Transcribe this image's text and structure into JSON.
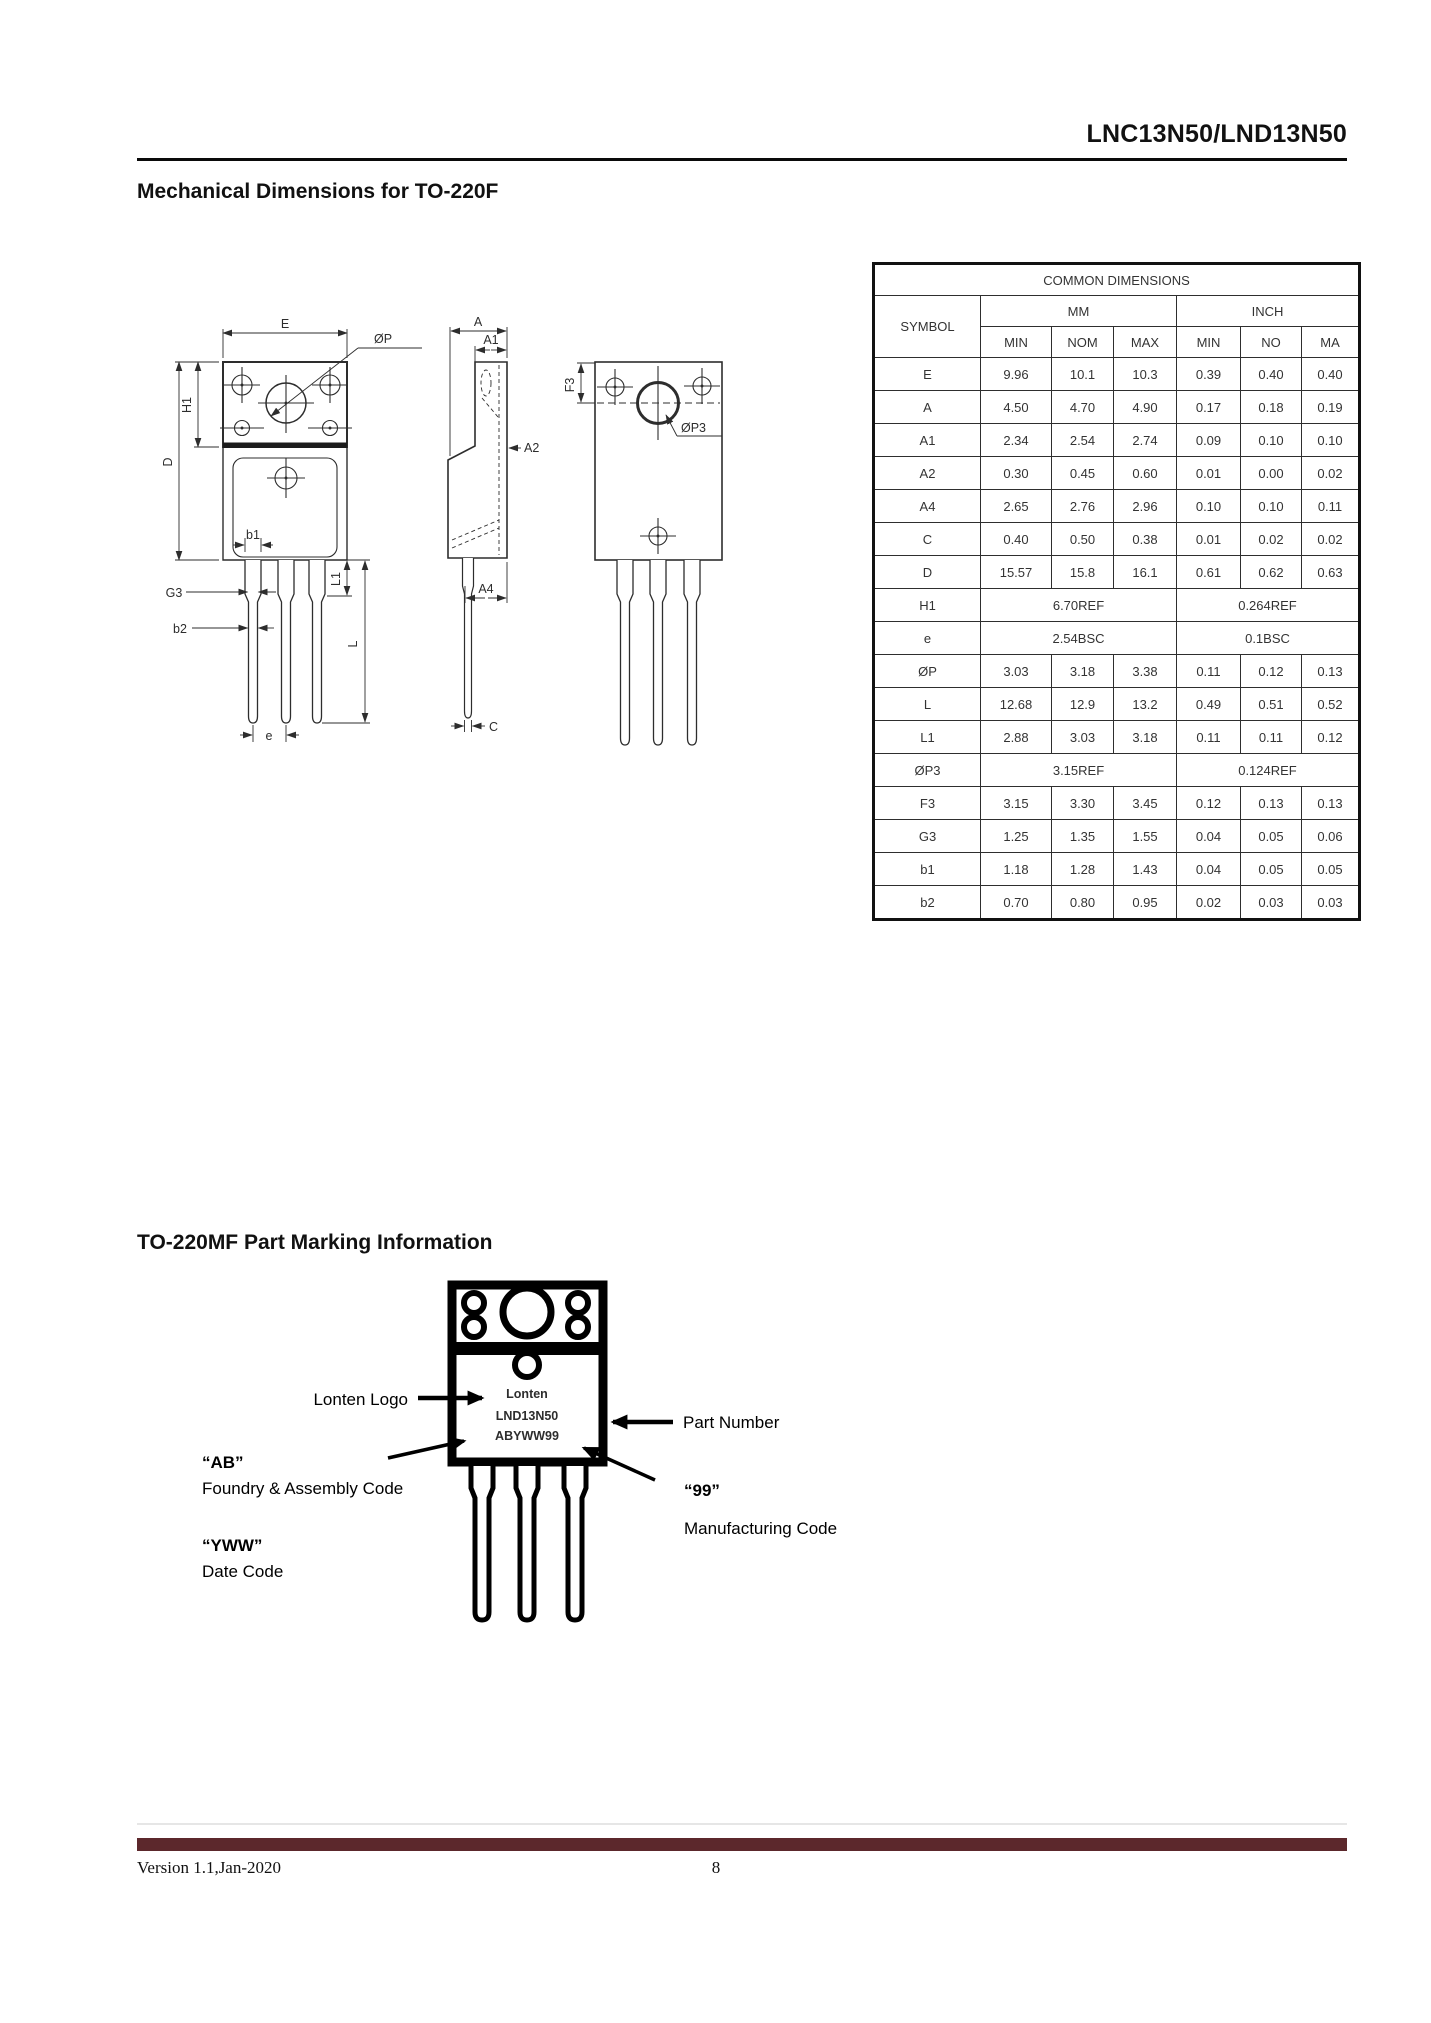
{
  "page": {
    "header_title": "LNC13N50/LND13N50",
    "section1_title": "Mechanical Dimensions for TO-220F",
    "section2_title": "TO-220MF Part Marking Information",
    "footer_version": "Version 1.1,Jan-2020",
    "footer_page": "8",
    "accent_bar_color": "#5c282c"
  },
  "dimensions_table": {
    "title": "COMMON DIMENSIONS",
    "symbol_header": "SYMBOL",
    "unit_groups": [
      "MM",
      "INCH"
    ],
    "sub_headers": [
      "MIN",
      "NOM",
      "MAX",
      "MIN",
      "NO",
      "MA"
    ],
    "rows": [
      {
        "symbol": "E",
        "mm": [
          "9.96",
          "10.1",
          "10.3"
        ],
        "inch": [
          "0.39",
          "0.40",
          "0.40"
        ]
      },
      {
        "symbol": "A",
        "mm": [
          "4.50",
          "4.70",
          "4.90"
        ],
        "inch": [
          "0.17",
          "0.18",
          "0.19"
        ]
      },
      {
        "symbol": "A1",
        "mm": [
          "2.34",
          "2.54",
          "2.74"
        ],
        "inch": [
          "0.09",
          "0.10",
          "0.10"
        ]
      },
      {
        "symbol": "A2",
        "mm": [
          "0.30",
          "0.45",
          "0.60"
        ],
        "inch": [
          "0.01",
          "0.00",
          "0.02"
        ]
      },
      {
        "symbol": "A4",
        "mm": [
          "2.65",
          "2.76",
          "2.96"
        ],
        "inch": [
          "0.10",
          "0.10",
          "0.11"
        ]
      },
      {
        "symbol": "C",
        "mm": [
          "0.40",
          "0.50",
          "0.38"
        ],
        "inch": [
          "0.01",
          "0.02",
          "0.02"
        ]
      },
      {
        "symbol": "D",
        "mm": [
          "15.57",
          "15.8",
          "16.1"
        ],
        "inch": [
          "0.61",
          "0.62",
          "0.63"
        ]
      },
      {
        "symbol": "H1",
        "mm_merged": "6.70REF",
        "inch_merged": "0.264REF"
      },
      {
        "symbol": "e",
        "mm_merged": "2.54BSC",
        "inch_merged": "0.1BSC"
      },
      {
        "symbol": "ØP",
        "mm": [
          "3.03",
          "3.18",
          "3.38"
        ],
        "inch": [
          "0.11",
          "0.12",
          "0.13"
        ]
      },
      {
        "symbol": "L",
        "mm": [
          "12.68",
          "12.9",
          "13.2"
        ],
        "inch": [
          "0.49",
          "0.51",
          "0.52"
        ]
      },
      {
        "symbol": "L1",
        "mm": [
          "2.88",
          "3.03",
          "3.18"
        ],
        "inch": [
          "0.11",
          "0.11",
          "0.12"
        ]
      },
      {
        "symbol": "ØP3",
        "mm_merged": "3.15REF",
        "inch_merged": "0.124REF"
      },
      {
        "symbol": "F3",
        "mm": [
          "3.15",
          "3.30",
          "3.45"
        ],
        "inch": [
          "0.12",
          "0.13",
          "0.13"
        ]
      },
      {
        "symbol": "G3",
        "mm": [
          "1.25",
          "1.35",
          "1.55"
        ],
        "inch": [
          "0.04",
          "0.05",
          "0.06"
        ]
      },
      {
        "symbol": "b1",
        "mm": [
          "1.18",
          "1.28",
          "1.43"
        ],
        "inch": [
          "0.04",
          "0.05",
          "0.05"
        ]
      },
      {
        "symbol": "b2",
        "mm": [
          "0.70",
          "0.80",
          "0.95"
        ],
        "inch": [
          "0.02",
          "0.03",
          "0.03"
        ]
      }
    ]
  },
  "drawing_labels": {
    "front": {
      "E": "E",
      "P": "ØP",
      "H1": "H1",
      "D": "D",
      "b1": "b1",
      "G3": "G3",
      "b2": "b2",
      "e": "e",
      "L1": "L1",
      "L": "L"
    },
    "side": {
      "A": "A",
      "A1": "A1",
      "A2": "A2",
      "A4": "A4",
      "C": "C"
    },
    "back": {
      "F3": "F3",
      "P3": "ØP3"
    }
  },
  "marking": {
    "logo_text": "Lonten",
    "part_number_text": "LND13N50",
    "lot_code_text": "ABYWW99",
    "callouts": {
      "logo_label": "Lonten Logo",
      "part_number_label": "Part Number",
      "ab_code": "“AB”",
      "ab_desc": "Foundry & Assembly Code",
      "yww_code": "“YWW”",
      "yww_desc": "Date Code",
      "mfg_code": "“99”",
      "mfg_desc": "Manufacturing Code"
    }
  }
}
